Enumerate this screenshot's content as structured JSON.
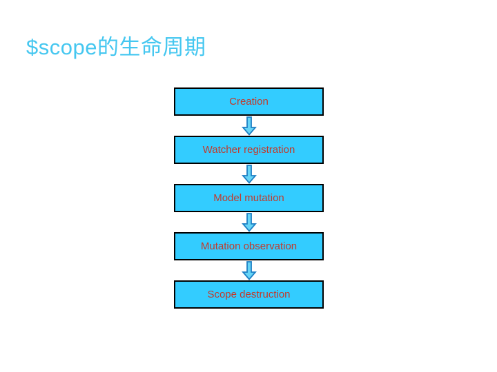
{
  "slide": {
    "title": "$scope的生命周期",
    "background_color": "#ffffff",
    "title_color": "#45c7f0",
    "flow": {
      "type": "vertical-flowchart",
      "connector": "down-arrow",
      "box_fill_color": "#33ccff",
      "box_border_color": "#000000",
      "box_text_color": "#c23a2b",
      "arrow_fill_color": "#66d5f7",
      "arrow_stroke_color": "#1d7fc4",
      "steps": [
        {
          "label": "Creation"
        },
        {
          "label": "Watcher registration"
        },
        {
          "label": "Model mutation"
        },
        {
          "label": "Mutation observation"
        },
        {
          "label": "Scope destruction"
        }
      ]
    }
  }
}
